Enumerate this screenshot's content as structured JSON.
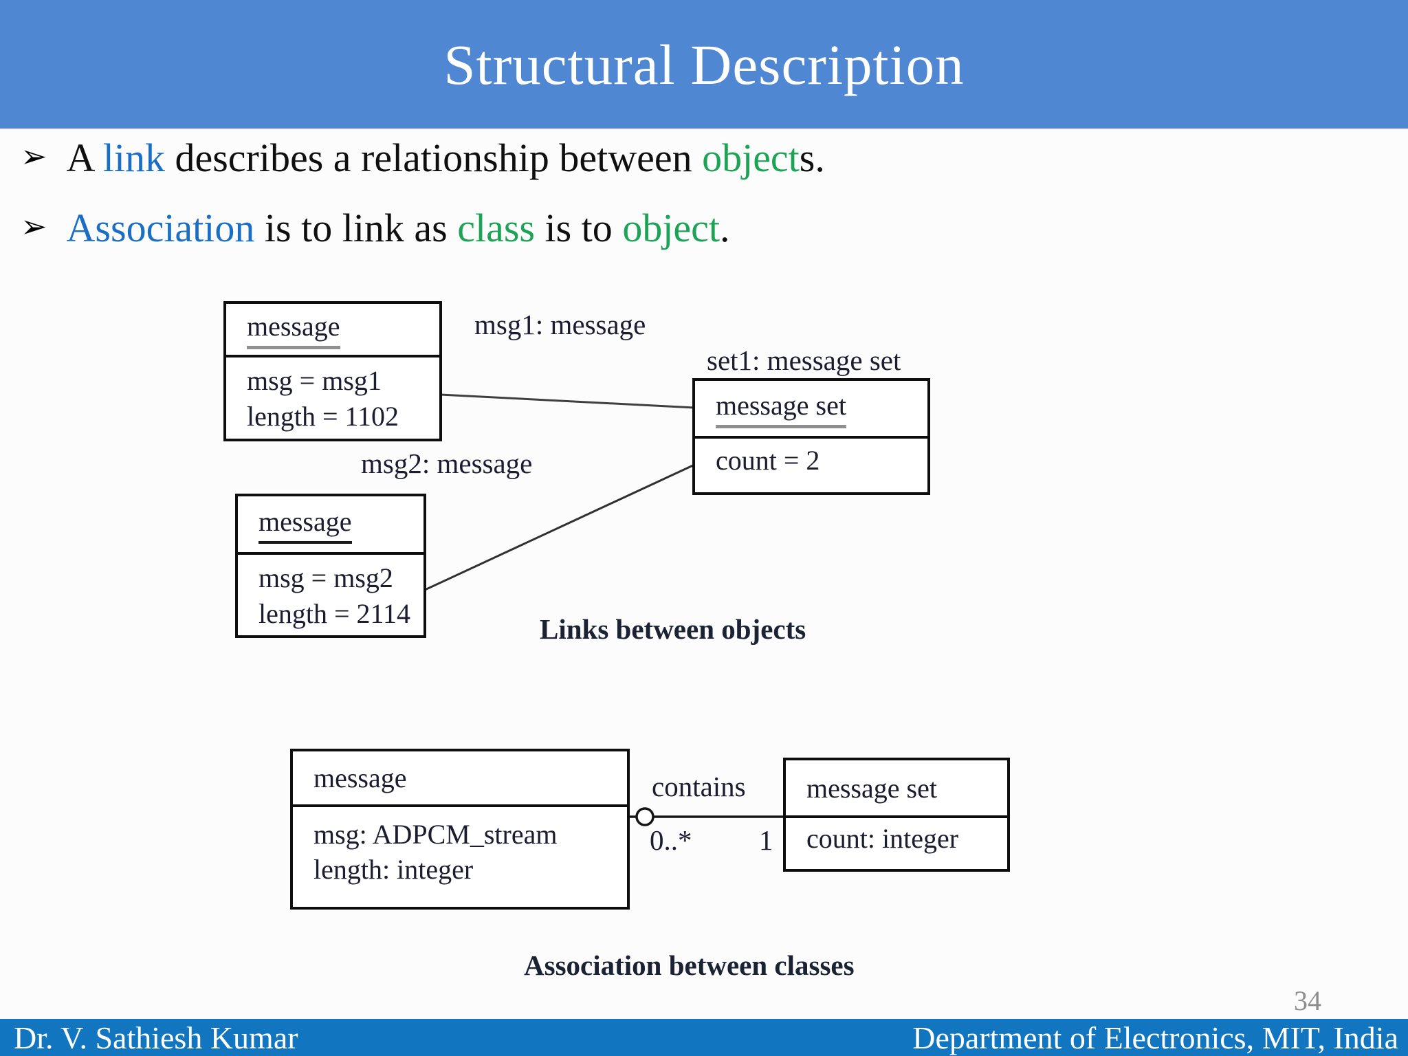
{
  "header": {
    "title": "Structural Description"
  },
  "bullet_marker": "➢",
  "bullets": [
    {
      "segments": [
        {
          "text": "A ",
          "color": "black"
        },
        {
          "text": "link",
          "color": "blue"
        },
        {
          "text": " describes a relationship between ",
          "color": "black"
        },
        {
          "text": "object",
          "color": "green"
        },
        {
          "text": "s.",
          "color": "black"
        }
      ]
    },
    {
      "segments": [
        {
          "text": "Association",
          "color": "blue"
        },
        {
          "text": " is to link as ",
          "color": "black"
        },
        {
          "text": "class",
          "color": "green"
        },
        {
          "text": " is to ",
          "color": "black"
        },
        {
          "text": "object",
          "color": "green"
        },
        {
          "text": ".",
          "color": "black"
        }
      ]
    }
  ],
  "diagram1": {
    "caption": "Links between objects",
    "objects": [
      {
        "label": "msg1: message",
        "name": "message",
        "attributes": [
          "msg = msg1",
          "length = 1102"
        ]
      },
      {
        "label": "set1: message set",
        "name": "message set",
        "attributes": [
          "count = 2"
        ]
      },
      {
        "label": "msg2: message",
        "name": "message",
        "attributes": [
          "msg = msg2",
          "length = 2114"
        ]
      }
    ]
  },
  "diagram2": {
    "caption": "Association between classes",
    "classes": [
      {
        "name": "message",
        "attributes": [
          "msg: ADPCM_stream",
          "length: integer"
        ]
      },
      {
        "name": "message set",
        "attributes": [
          "count: integer"
        ]
      }
    ],
    "association": {
      "name": "contains",
      "multiplicity_left": "0..*",
      "multiplicity_right": "1"
    }
  },
  "page_number": "34",
  "footer": {
    "left": "Dr. V. Sathiesh Kumar",
    "right": "Department of Electronics, MIT, India"
  },
  "colors": {
    "header_bg": "#4f87d2",
    "footer_bg": "#1175bf",
    "link_blue": "#1a6fc4",
    "object_green": "#1ca355",
    "page_number_gray": "#8c8c8c"
  }
}
